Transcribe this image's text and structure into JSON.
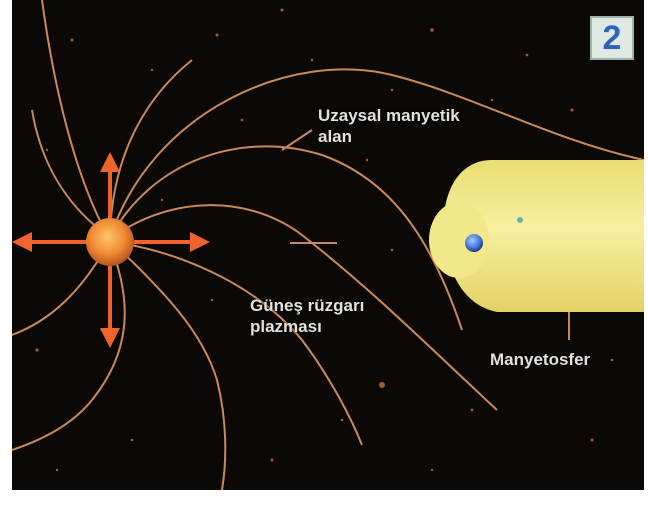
{
  "figure": {
    "number": "2",
    "labels": {
      "interplanetary_field_line1": "Uzaysal manyetik",
      "interplanetary_field_line2": "alan",
      "solar_wind_line1": "Güneş rüzgarı",
      "solar_wind_line2": "plazması",
      "magnetosphere": "Manyetosfer"
    }
  },
  "colors": {
    "space": "#0b0806",
    "field_line": "#c98a5a",
    "arrow": "#f0642c",
    "sun": "#f08a34",
    "magnetosphere": "#f3e889",
    "earth": "#3f6fd6",
    "label_text": "#e2e2dc",
    "badge_text": "#2f63b8"
  }
}
